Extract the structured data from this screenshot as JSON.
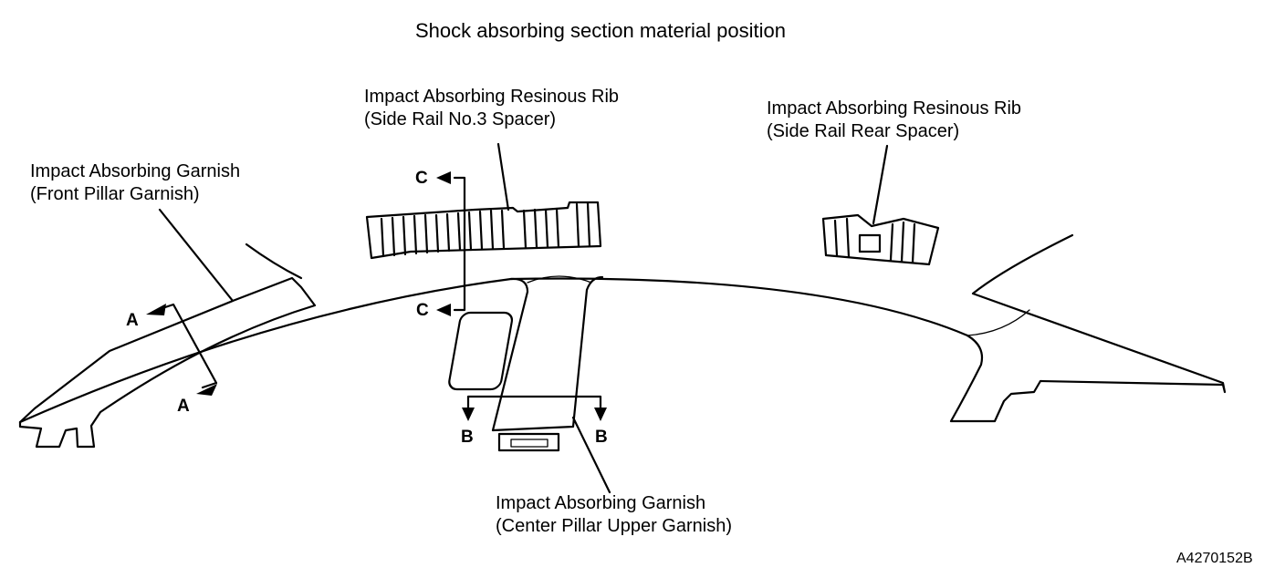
{
  "title": "Shock absorbing section material position",
  "labels": {
    "side_rail_no3": {
      "line1": "Impact Absorbing Resinous Rib",
      "line2": "(Side Rail No.3 Spacer)"
    },
    "side_rail_rear": {
      "line1": "Impact Absorbing Resinous Rib",
      "line2": "(Side Rail Rear Spacer)"
    },
    "front_pillar": {
      "line1": "Impact Absorbing Garnish",
      "line2": "(Front Pillar Garnish)"
    },
    "center_pillar": {
      "line1": "Impact Absorbing Garnish",
      "line2": "(Center Pillar Upper Garnish)"
    }
  },
  "section_markers": {
    "a": "A",
    "b": "B",
    "c": "C"
  },
  "figure_code": "A4270152B"
}
